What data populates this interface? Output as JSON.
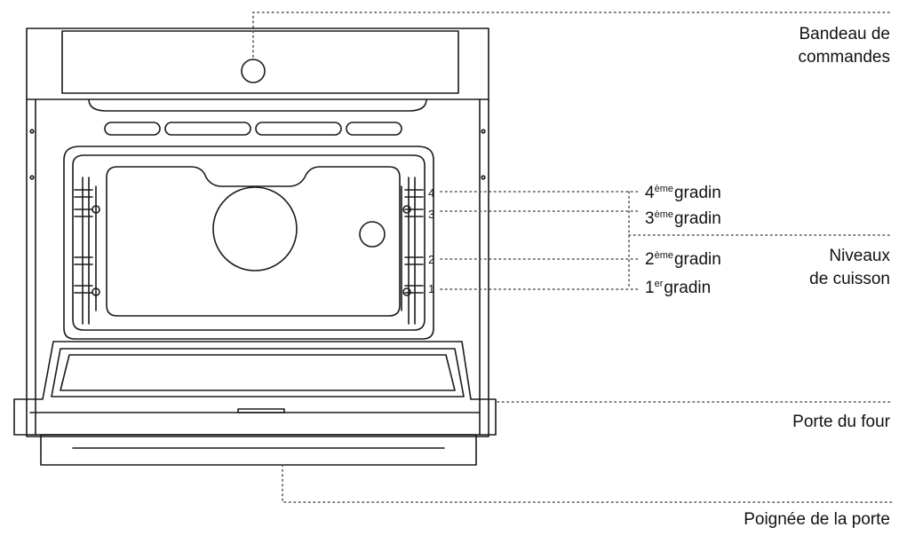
{
  "labels": {
    "control_panel": [
      "Bandeau de",
      "commandes"
    ],
    "cooking_levels": [
      "Niveaux",
      "de cuisson"
    ],
    "oven_door": "Porte du four",
    "door_handle": "Poignée de la porte"
  },
  "levels": [
    {
      "number": "4",
      "suffix": "ème",
      "word": "gradin",
      "glyph": "4"
    },
    {
      "number": "3",
      "suffix": "ème",
      "word": "gradin",
      "glyph": "3"
    },
    {
      "number": "2",
      "suffix": "ème",
      "word": "gradin",
      "glyph": "2"
    },
    {
      "number": "1",
      "suffix": "er",
      "word": "gradin",
      "glyph": "1"
    }
  ],
  "colors": {
    "line": "#1a1a1a",
    "leader": "#555555",
    "background": "#ffffff"
  }
}
